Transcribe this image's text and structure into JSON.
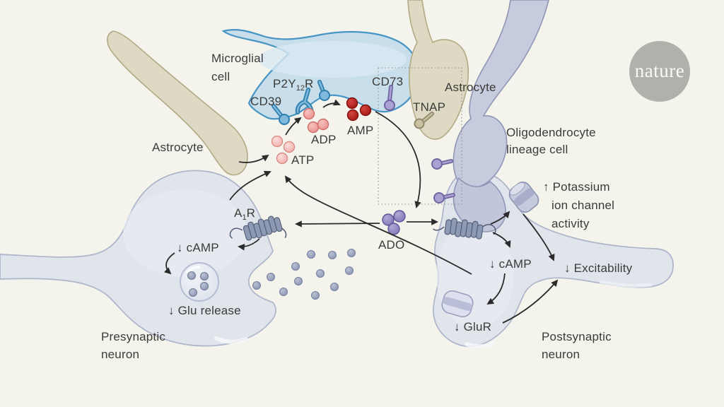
{
  "logo": {
    "text": "nature"
  },
  "cells": {
    "microglia": {
      "line1": "Microglial",
      "line2": "cell"
    },
    "astrocyte_left": {
      "label": "Astrocyte"
    },
    "astrocyte_right": {
      "label": "Astrocyte"
    },
    "oligodendrocyte": {
      "line1": "Oligodendrocyte",
      "line2": "lineage cell"
    },
    "presynaptic_neuron": {
      "line1": "Presynaptic",
      "line2": "neuron"
    },
    "postsynaptic_neuron": {
      "line1": "Postsynaptic",
      "line2": "neuron"
    }
  },
  "membrane_proteins": {
    "cd39": {
      "label": "CD39"
    },
    "p2y12r": {
      "pre": "P2Y",
      "sub": "12",
      "post": "R"
    },
    "cd73": {
      "label": "CD73"
    },
    "tnap": {
      "label": "TNAP"
    },
    "a1r": {
      "pre": "A",
      "sub": "1",
      "post": "R"
    }
  },
  "molecules": {
    "atp": "ATP",
    "adp": "ADP",
    "amp": "AMP",
    "ado": "ADO"
  },
  "effects": {
    "camp_presynaptic": "↓ cAMP",
    "glu_release": "↓ Glu release",
    "camp_postsynaptic": "↓ cAMP",
    "potassium": {
      "line1": "↑ Potassium",
      "line2": "ion channel",
      "line3": "activity"
    },
    "excitability": "↓ Excitability",
    "glur": "↓ GluR"
  },
  "palette": {
    "background": "#f4f3ec",
    "text": "#3b3b39",
    "arrow": "#2b2b2b",
    "microglia_fill": "#c8dfeb",
    "microglia_stroke": "#4795c5",
    "astrocyte_fill": "#ded9c3",
    "astrocyte_stroke": "#b2aa85",
    "oligodendrocyte_fill": "#c7cbde",
    "oligodendrocyte_stroke": "#9096b6",
    "neuron_fill": "#e0e4eb",
    "neuron_stroke": "#acb5ca",
    "atp": "#f5c2be",
    "adp": "#efa09c",
    "amp": "#b2201d",
    "ado": "#8d83bf",
    "glutamate": "#98a2be",
    "receptor_blue": "#5fa8d0",
    "receptor_purple": "#9085c1",
    "receptor_tan": "#b3ab8a",
    "logo_bg": "#b1b0aa"
  }
}
